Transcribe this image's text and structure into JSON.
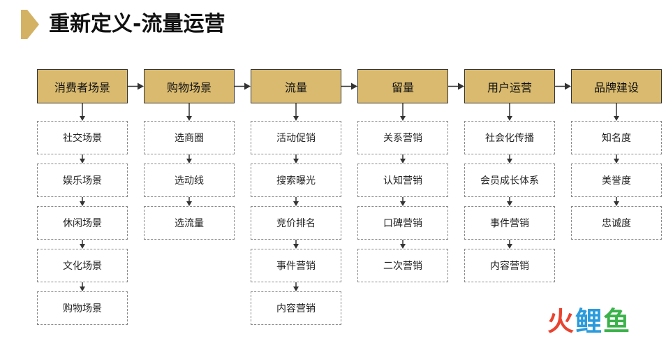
{
  "title": "重新定义-流量运营",
  "colors": {
    "accent": "#d4b264",
    "header_fill": "#d9ba6e",
    "border": "#333333"
  },
  "columns": [
    {
      "header": "消费者场景",
      "items": [
        "社交场景",
        "娱乐场景",
        "休闲场景",
        "文化场景",
        "购物场景"
      ]
    },
    {
      "header": "购物场景",
      "items": [
        "选商圈",
        "选动线",
        "选流量"
      ]
    },
    {
      "header": "流量",
      "items": [
        "活动促销",
        "搜索曝光",
        "竞价排名",
        "事件营销",
        "内容营销"
      ]
    },
    {
      "header": "留量",
      "items": [
        "关系营销",
        "认知营销",
        "口碑营销",
        "二次营销"
      ]
    },
    {
      "header": "用户运营",
      "items": [
        "社会化传播",
        "会员成长体系",
        "事件营销",
        "内容营销"
      ]
    },
    {
      "header": "品牌建设",
      "items": [
        "知名度",
        "美誉度",
        "忠诚度"
      ]
    }
  ],
  "watermark": {
    "logo": [
      "火",
      "鲤",
      "鱼"
    ]
  }
}
